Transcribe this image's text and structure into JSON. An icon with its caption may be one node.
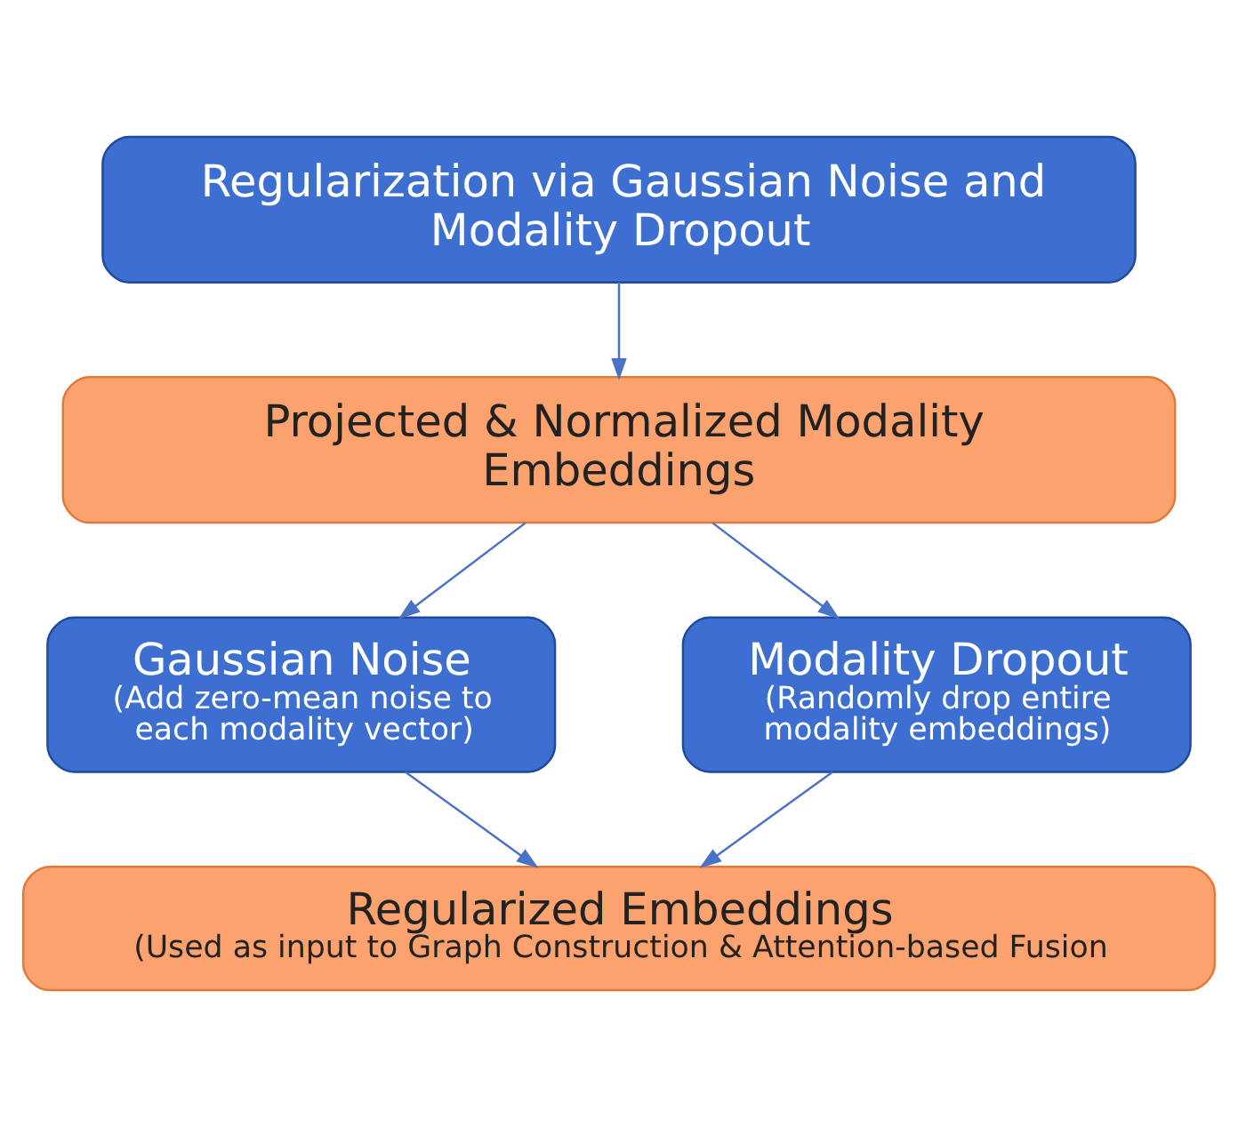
{
  "diagram": {
    "nodes": [
      {
        "text": [
          "Regularization via Gaussian Noise and Modality Dropout"
        ]
      },
      {
        "text": [
          "Projected & Normalized Modality Embeddings"
        ]
      },
      {
        "text": [
          "Gaussian Noise",
          "(Add zero-mean noise to each modality vector)"
        ]
      },
      {
        "text": [
          "Modality Dropout",
          "(Randomly drop entire modality embeddings)"
        ]
      },
      {
        "text": [
          "Regularized Embeddings",
          "(Used as input to Graph Construction & Attention-based Fusion"
        ]
      }
    ],
    "edges": [
      {
        "from": 0,
        "to": 1,
        "arrow": "to"
      },
      {
        "from": 1,
        "to": 2,
        "arrow": "to"
      },
      {
        "from": 1,
        "to": 3,
        "arrow": "to"
      },
      {
        "from": 2,
        "to": 4,
        "arrow": "to"
      },
      {
        "from": 3,
        "to": 4,
        "arrow": "to"
      }
    ]
  }
}
